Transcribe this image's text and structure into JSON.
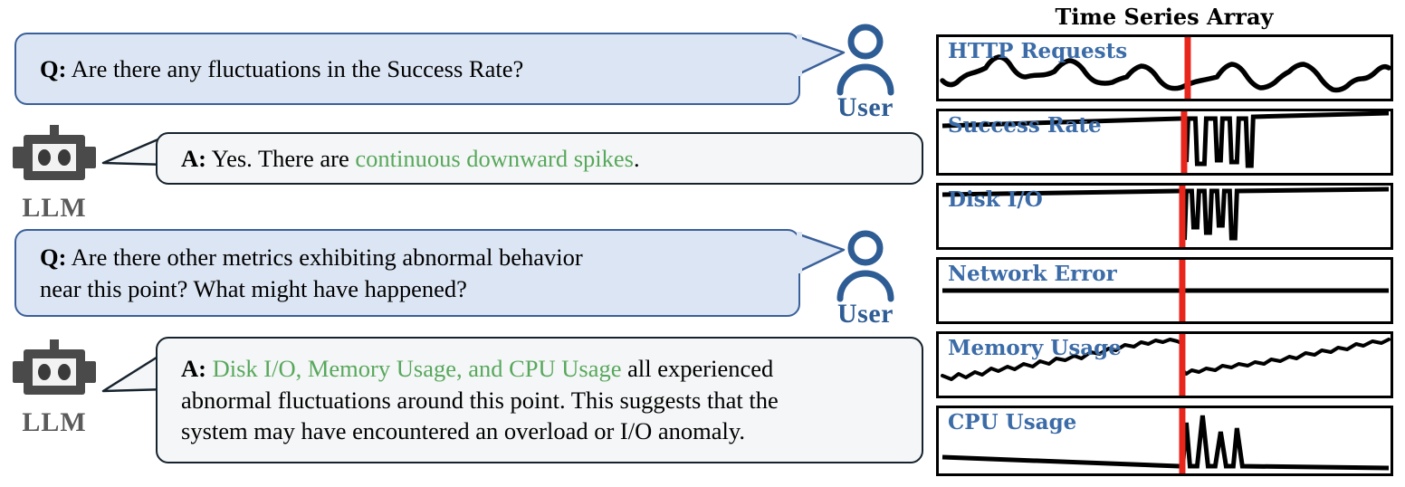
{
  "conversation": {
    "turns": [
      {
        "role": "user",
        "avatar_label": "User",
        "avatar_icon": "user-person-icon",
        "lead": "Q:",
        "lines": [
          [
            {
              "text": " Are there any fluctuations in the Success Rate?",
              "style": "normal"
            }
          ]
        ]
      },
      {
        "role": "llm",
        "avatar_label": "LLM",
        "avatar_icon": "robot-icon",
        "lead": "A:",
        "lines": [
          [
            {
              "text": " Yes. There are ",
              "style": "normal"
            },
            {
              "text": "continuous downward spikes",
              "style": "highlight"
            },
            {
              "text": ".",
              "style": "normal"
            }
          ]
        ]
      },
      {
        "role": "user",
        "avatar_label": "User",
        "avatar_icon": "user-person-icon",
        "lead": "Q:",
        "lines": [
          [
            {
              "text": " Are there other metrics exhibiting abnormal behavior",
              "style": "normal"
            }
          ],
          [
            {
              "text": "near this point? What might have happened?",
              "style": "normal"
            }
          ]
        ]
      },
      {
        "role": "llm",
        "avatar_label": "LLM",
        "avatar_icon": "robot-icon",
        "lead": "A:",
        "lines": [
          [
            {
              "text": " ",
              "style": "normal"
            },
            {
              "text": "Disk I/O, Memory Usage, and CPU Usage",
              "style": "highlight"
            },
            {
              "text": " all experienced",
              "style": "normal"
            }
          ],
          [
            {
              "text": "abnormal fluctuations around this point. This suggests that the",
              "style": "normal"
            }
          ],
          [
            {
              "text": "system may have encountered an overload or I/O anomaly.",
              "style": "normal"
            }
          ]
        ]
      }
    ]
  },
  "time_series": {
    "title": "Time Series Array",
    "marker": {
      "name": "anomaly-marker",
      "color": "#e8261c",
      "x_fraction": 0.555
    },
    "panels": [
      {
        "label": "HTTP Requests",
        "pattern": "oscillating",
        "description": "periodic wave oscillating around mid level, continues past marker"
      },
      {
        "label": "Success Rate",
        "pattern": "high-baseline-downward-spikes",
        "description": "high rising baseline with deep downward spikes just after marker"
      },
      {
        "label": "Disk I/O",
        "pattern": "high-baseline-downward-spikes",
        "description": "high baseline with narrow downward spikes just after marker"
      },
      {
        "label": "Network Error",
        "pattern": "flat",
        "description": "flat zero line, no activity"
      },
      {
        "label": "Memory Usage",
        "pattern": "noisy-rising",
        "description": "noisy upward trend with sharp drop at marker then resumed rise"
      },
      {
        "label": "CPU Usage",
        "pattern": "low-baseline-upward-spikes",
        "description": "low declining baseline with tall upward spikes just after marker"
      }
    ]
  },
  "colors": {
    "user_bubble_fill": "#dce5f3",
    "user_bubble_border": "#3a6099",
    "llm_bubble_fill": "#f5f6f7",
    "llm_bubble_border": "#16232e",
    "user_accent": "#2e5c94",
    "llm_accent": "#4a4a4a",
    "highlight_green": "#57a85c",
    "series_label_blue": "#3c6ca8",
    "marker_red": "#e8261c"
  }
}
